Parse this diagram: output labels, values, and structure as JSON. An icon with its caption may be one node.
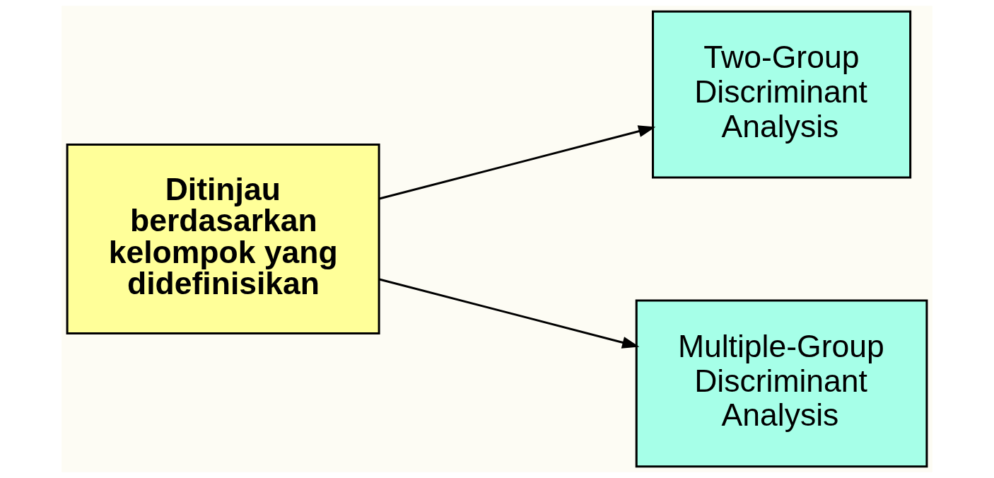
{
  "diagram": {
    "nodes": [
      {
        "text": [
          "Ditinjau berdasarkan kelompok yang didefinisikan"
        ]
      },
      {
        "text": [
          "Two-Group Discriminant Analysis"
        ]
      },
      {
        "text": [
          "Multiple-Group Discriminant Analysis"
        ]
      }
    ],
    "edges": [
      {
        "from": 0,
        "to": 1,
        "arrow": "to"
      },
      {
        "from": 0,
        "to": 2,
        "arrow": "to"
      }
    ]
  }
}
